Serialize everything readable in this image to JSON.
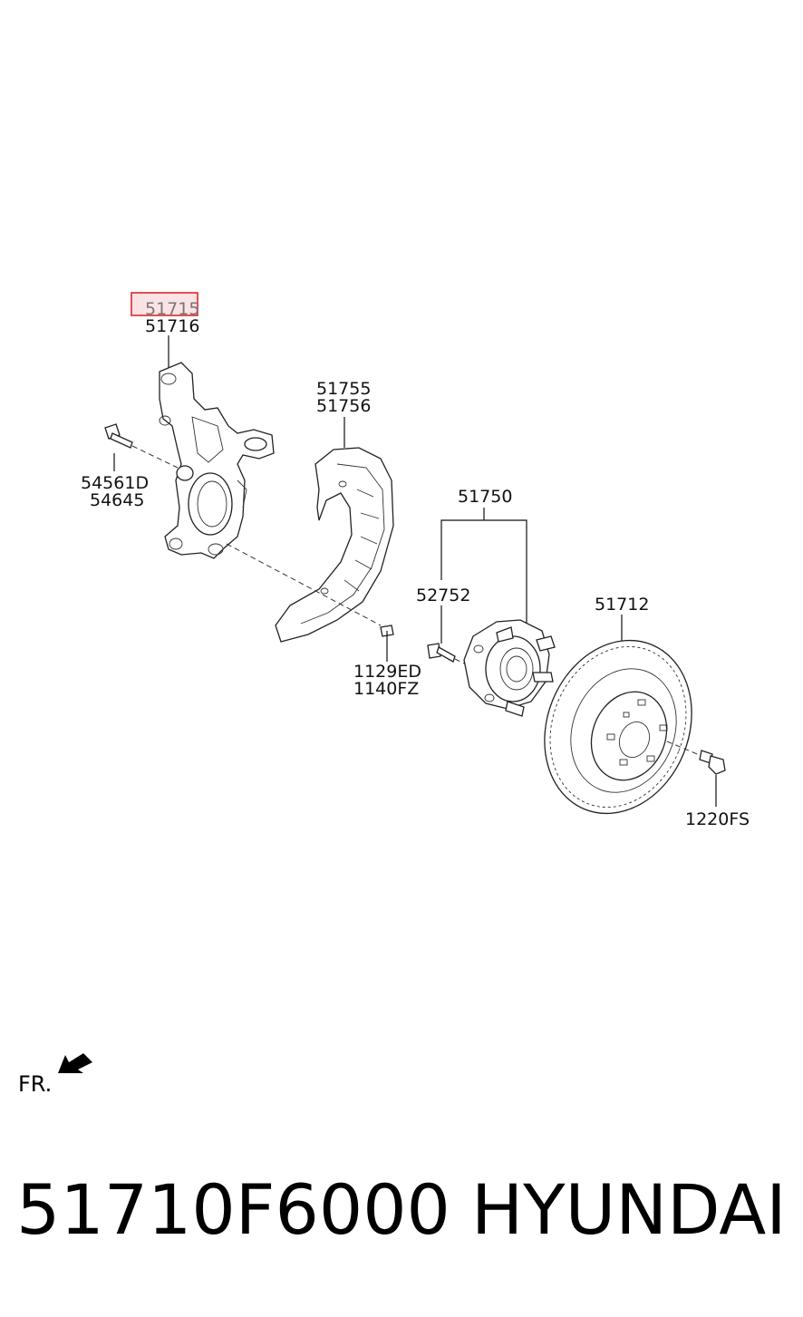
{
  "labels": {
    "knuckle_lh": "51715",
    "knuckle_rh": "51716",
    "bolt_a": "54561D",
    "bolt_b": "54645",
    "dust_cover_lh": "51755",
    "dust_cover_rh": "51756",
    "screw_a": "1129ED",
    "screw_b": "1140FZ",
    "hub_assy": "51750",
    "hub_bolt": "52752",
    "brake_disc": "51712",
    "disc_screw": "1220FS"
  },
  "direction_marker": "FR.",
  "caption": {
    "part_number": "51710F6000",
    "brand": "HYUNDAI"
  },
  "colors": {
    "highlight_border": "#e0262b",
    "highlight_fill": "#fbe3e4",
    "line": "#111111"
  }
}
